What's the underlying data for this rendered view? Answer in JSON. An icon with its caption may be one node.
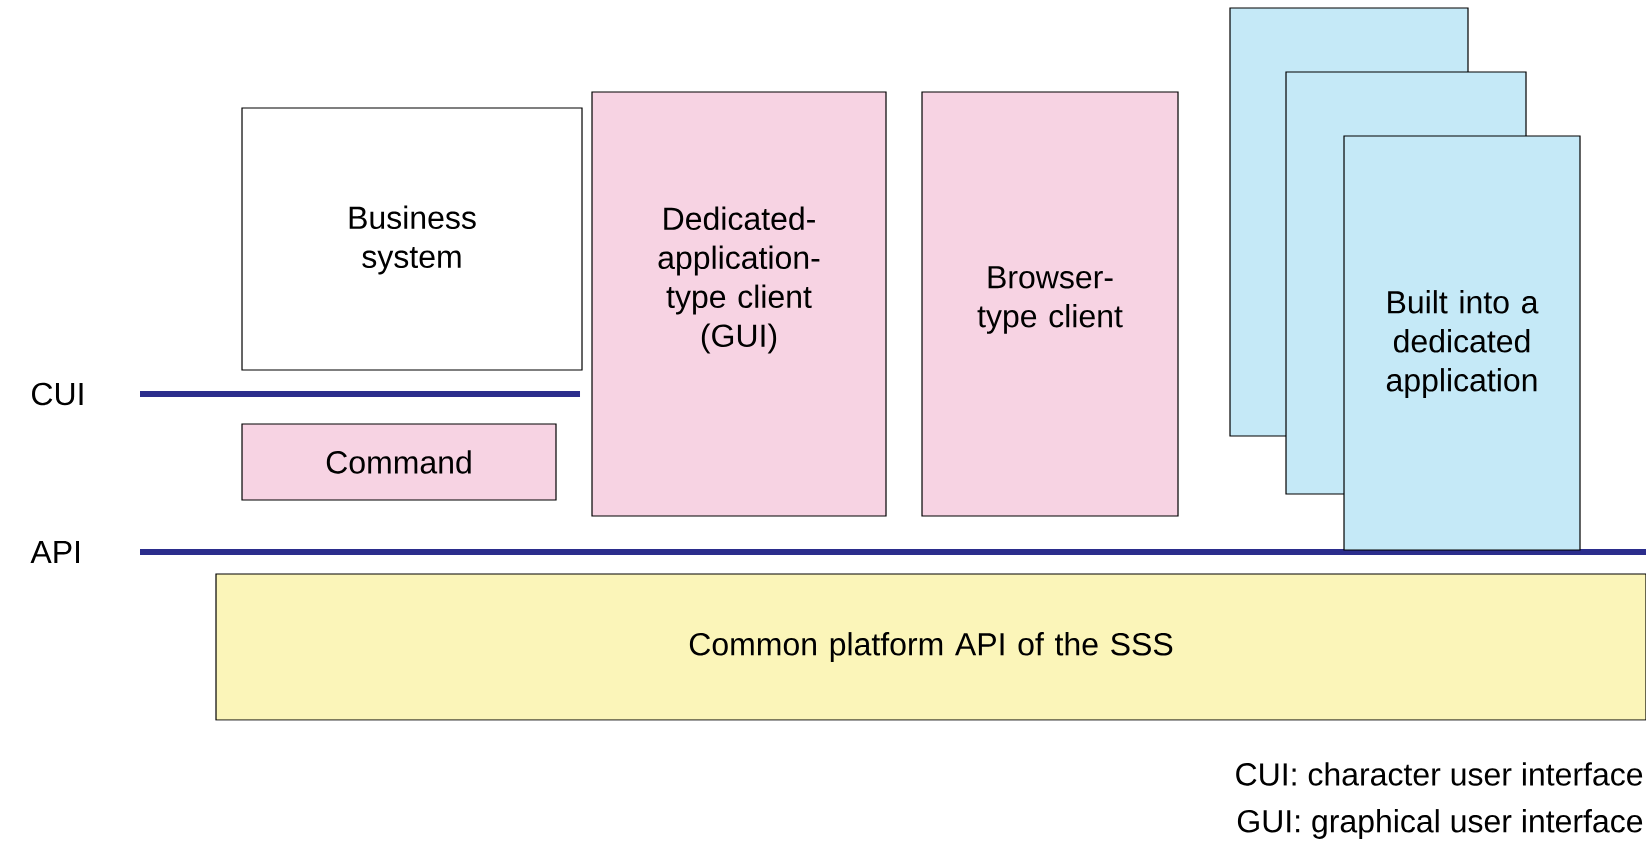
{
  "diagram": {
    "nodes": [
      {
        "text": [
          "Business system"
        ]
      },
      {
        "text": [
          "Command"
        ]
      },
      {
        "text": [
          "Dedicated-application-type client (GUI)"
        ]
      },
      {
        "text": [
          "Browser-type client"
        ]
      },
      {
        "text": [],
        "shape": "box"
      },
      {
        "text": [],
        "shape": "box"
      },
      {
        "text": [
          "Built into a dedicated application"
        ]
      },
      {
        "text": [
          "Common platform API of the SSS"
        ]
      }
    ],
    "labels": [
      "CUI",
      "API",
      "CUI: character user interface",
      "GUI: graphical user interface"
    ]
  }
}
